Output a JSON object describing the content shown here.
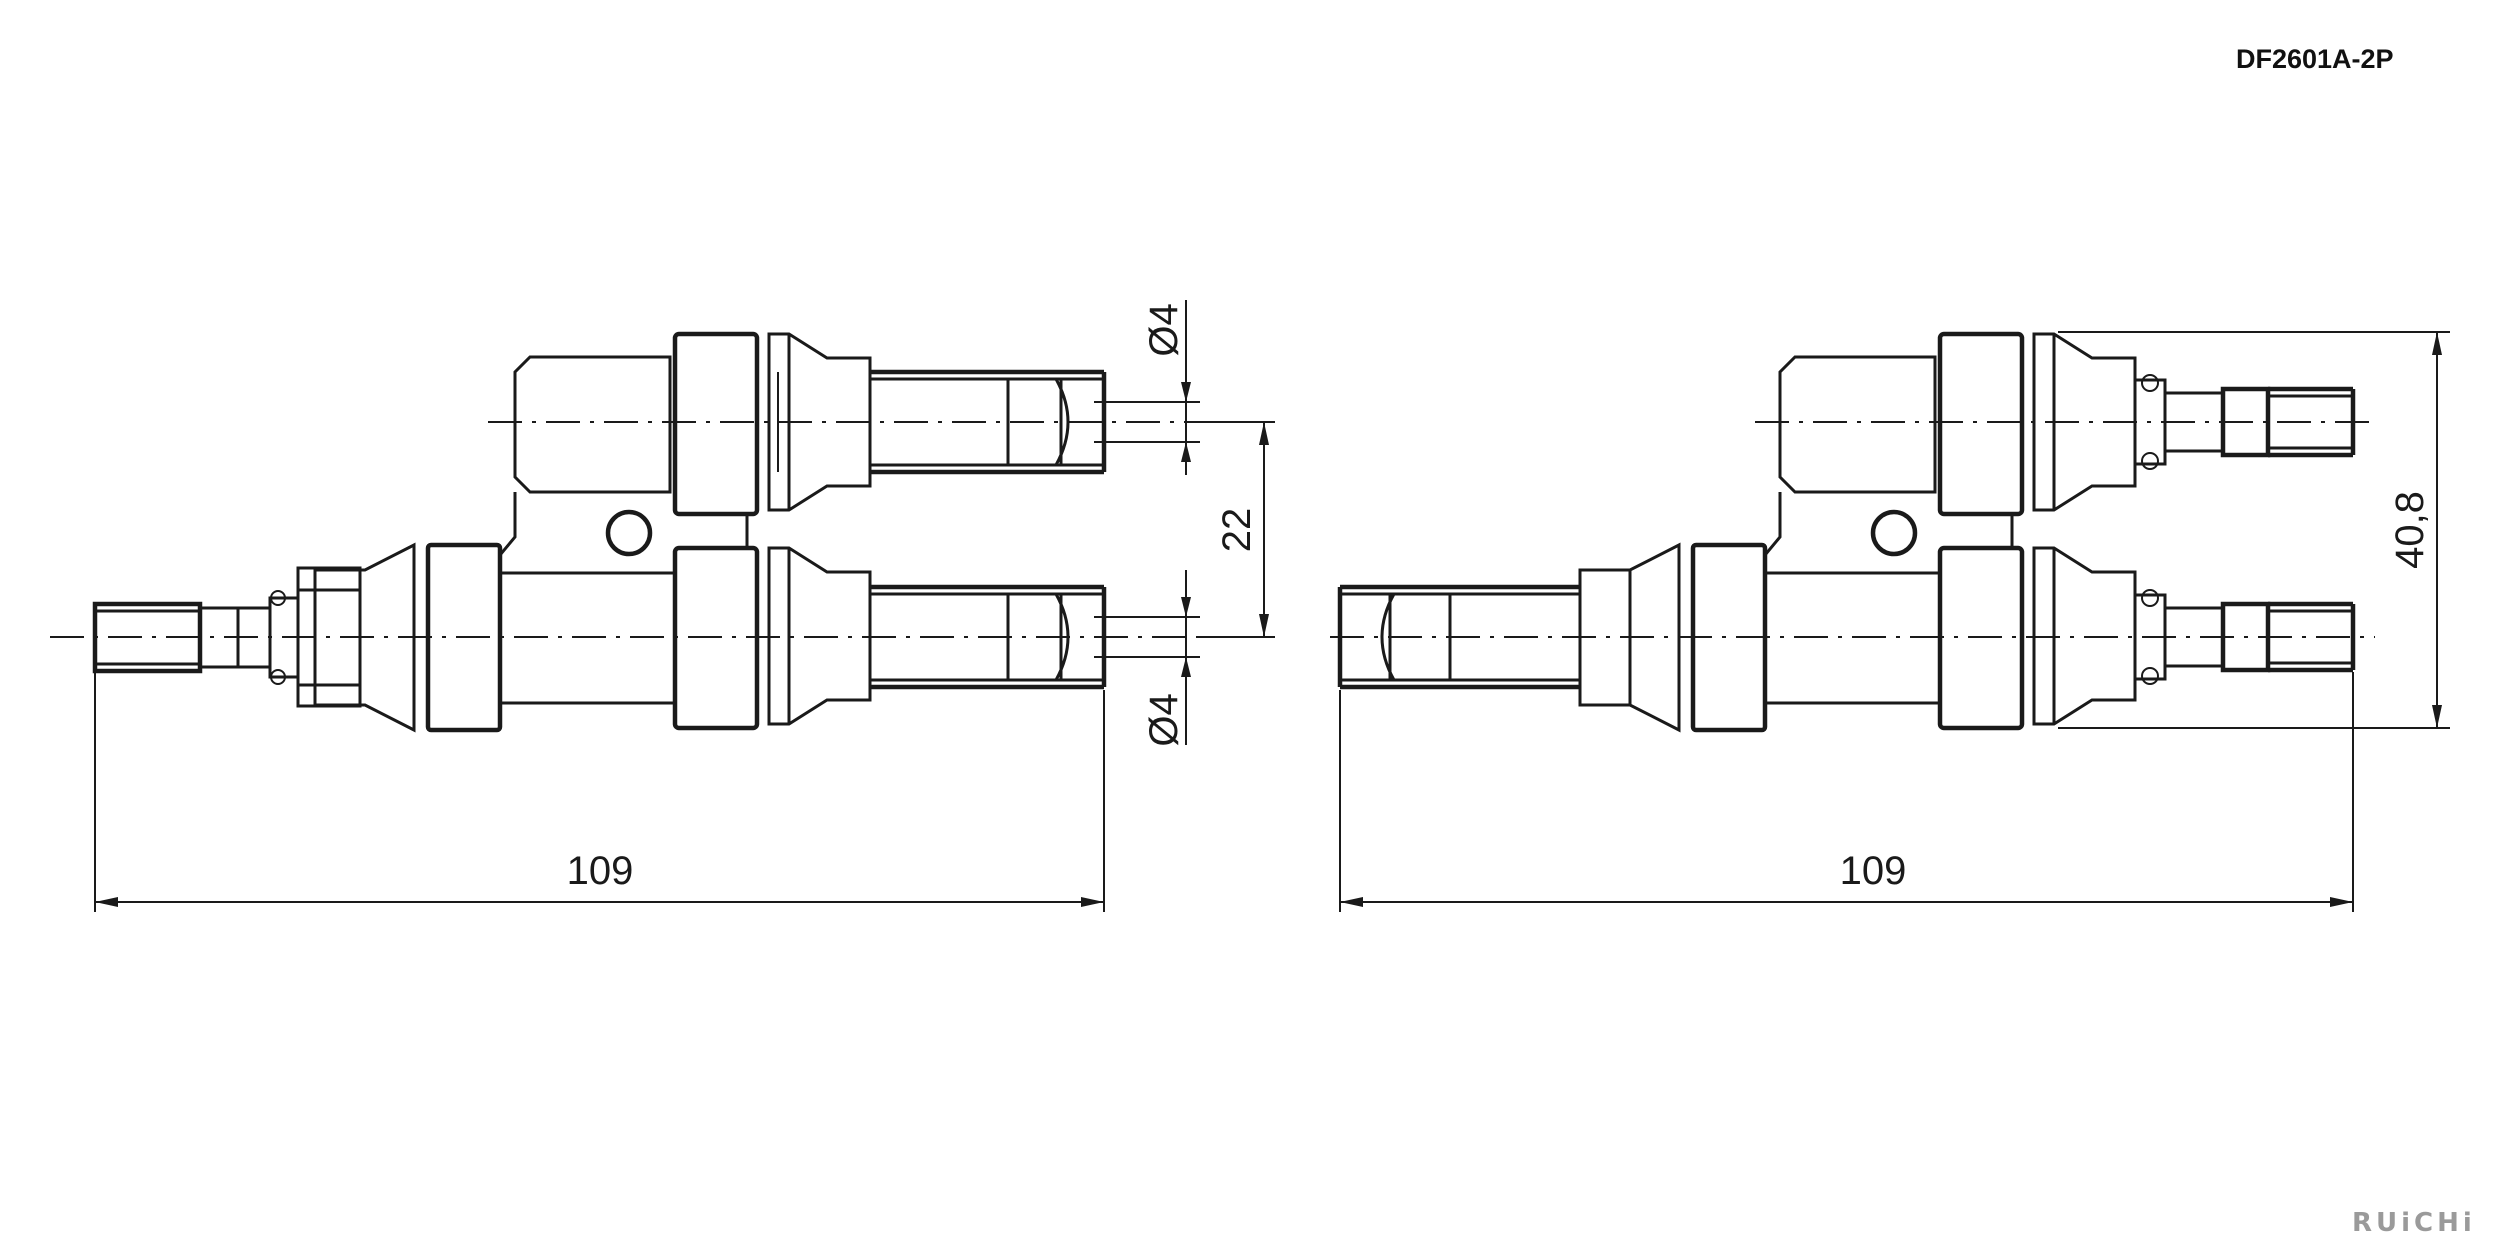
{
  "model_code": "DF2601A-2P",
  "brand": "RUiCHi",
  "views": {
    "left": {
      "dim_length": "109",
      "dim_pitch": "22",
      "dim_pin_top": "Ø4",
      "dim_pin_bottom": "Ø4"
    },
    "right": {
      "dim_length": "109",
      "dim_height": "40,8"
    }
  }
}
